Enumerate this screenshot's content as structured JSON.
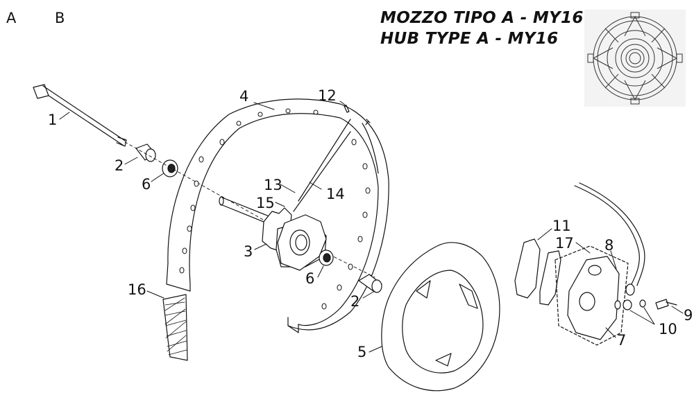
{
  "corner_labels": {
    "left": "A",
    "right": "B"
  },
  "title": {
    "line_it": "MOZZO TIPO A - MY16",
    "line_en": "HUB TYPE A - MY16"
  },
  "callouts": [
    {
      "id": "1",
      "part": "axle"
    },
    {
      "id": "2",
      "part": "spacer"
    },
    {
      "id": "2",
      "part": "spacer"
    },
    {
      "id": "3",
      "part": "hub"
    },
    {
      "id": "4",
      "part": "rim"
    },
    {
      "id": "5",
      "part": "brake-disc"
    },
    {
      "id": "6",
      "part": "bearing"
    },
    {
      "id": "6",
      "part": "bearing"
    },
    {
      "id": "7",
      "part": "brake-caliper"
    },
    {
      "id": "8",
      "part": "bleed-screw"
    },
    {
      "id": "9",
      "part": "banjo-bolt"
    },
    {
      "id": "10",
      "part": "washers"
    },
    {
      "id": "11",
      "part": "brake-pad"
    },
    {
      "id": "12",
      "part": "spoke-nipple"
    },
    {
      "id": "13",
      "part": "spoke"
    },
    {
      "id": "14",
      "part": "spoke"
    },
    {
      "id": "15",
      "part": "spoke-hook"
    },
    {
      "id": "16",
      "part": "rim-tape"
    },
    {
      "id": "17",
      "part": "pad-spring"
    }
  ]
}
